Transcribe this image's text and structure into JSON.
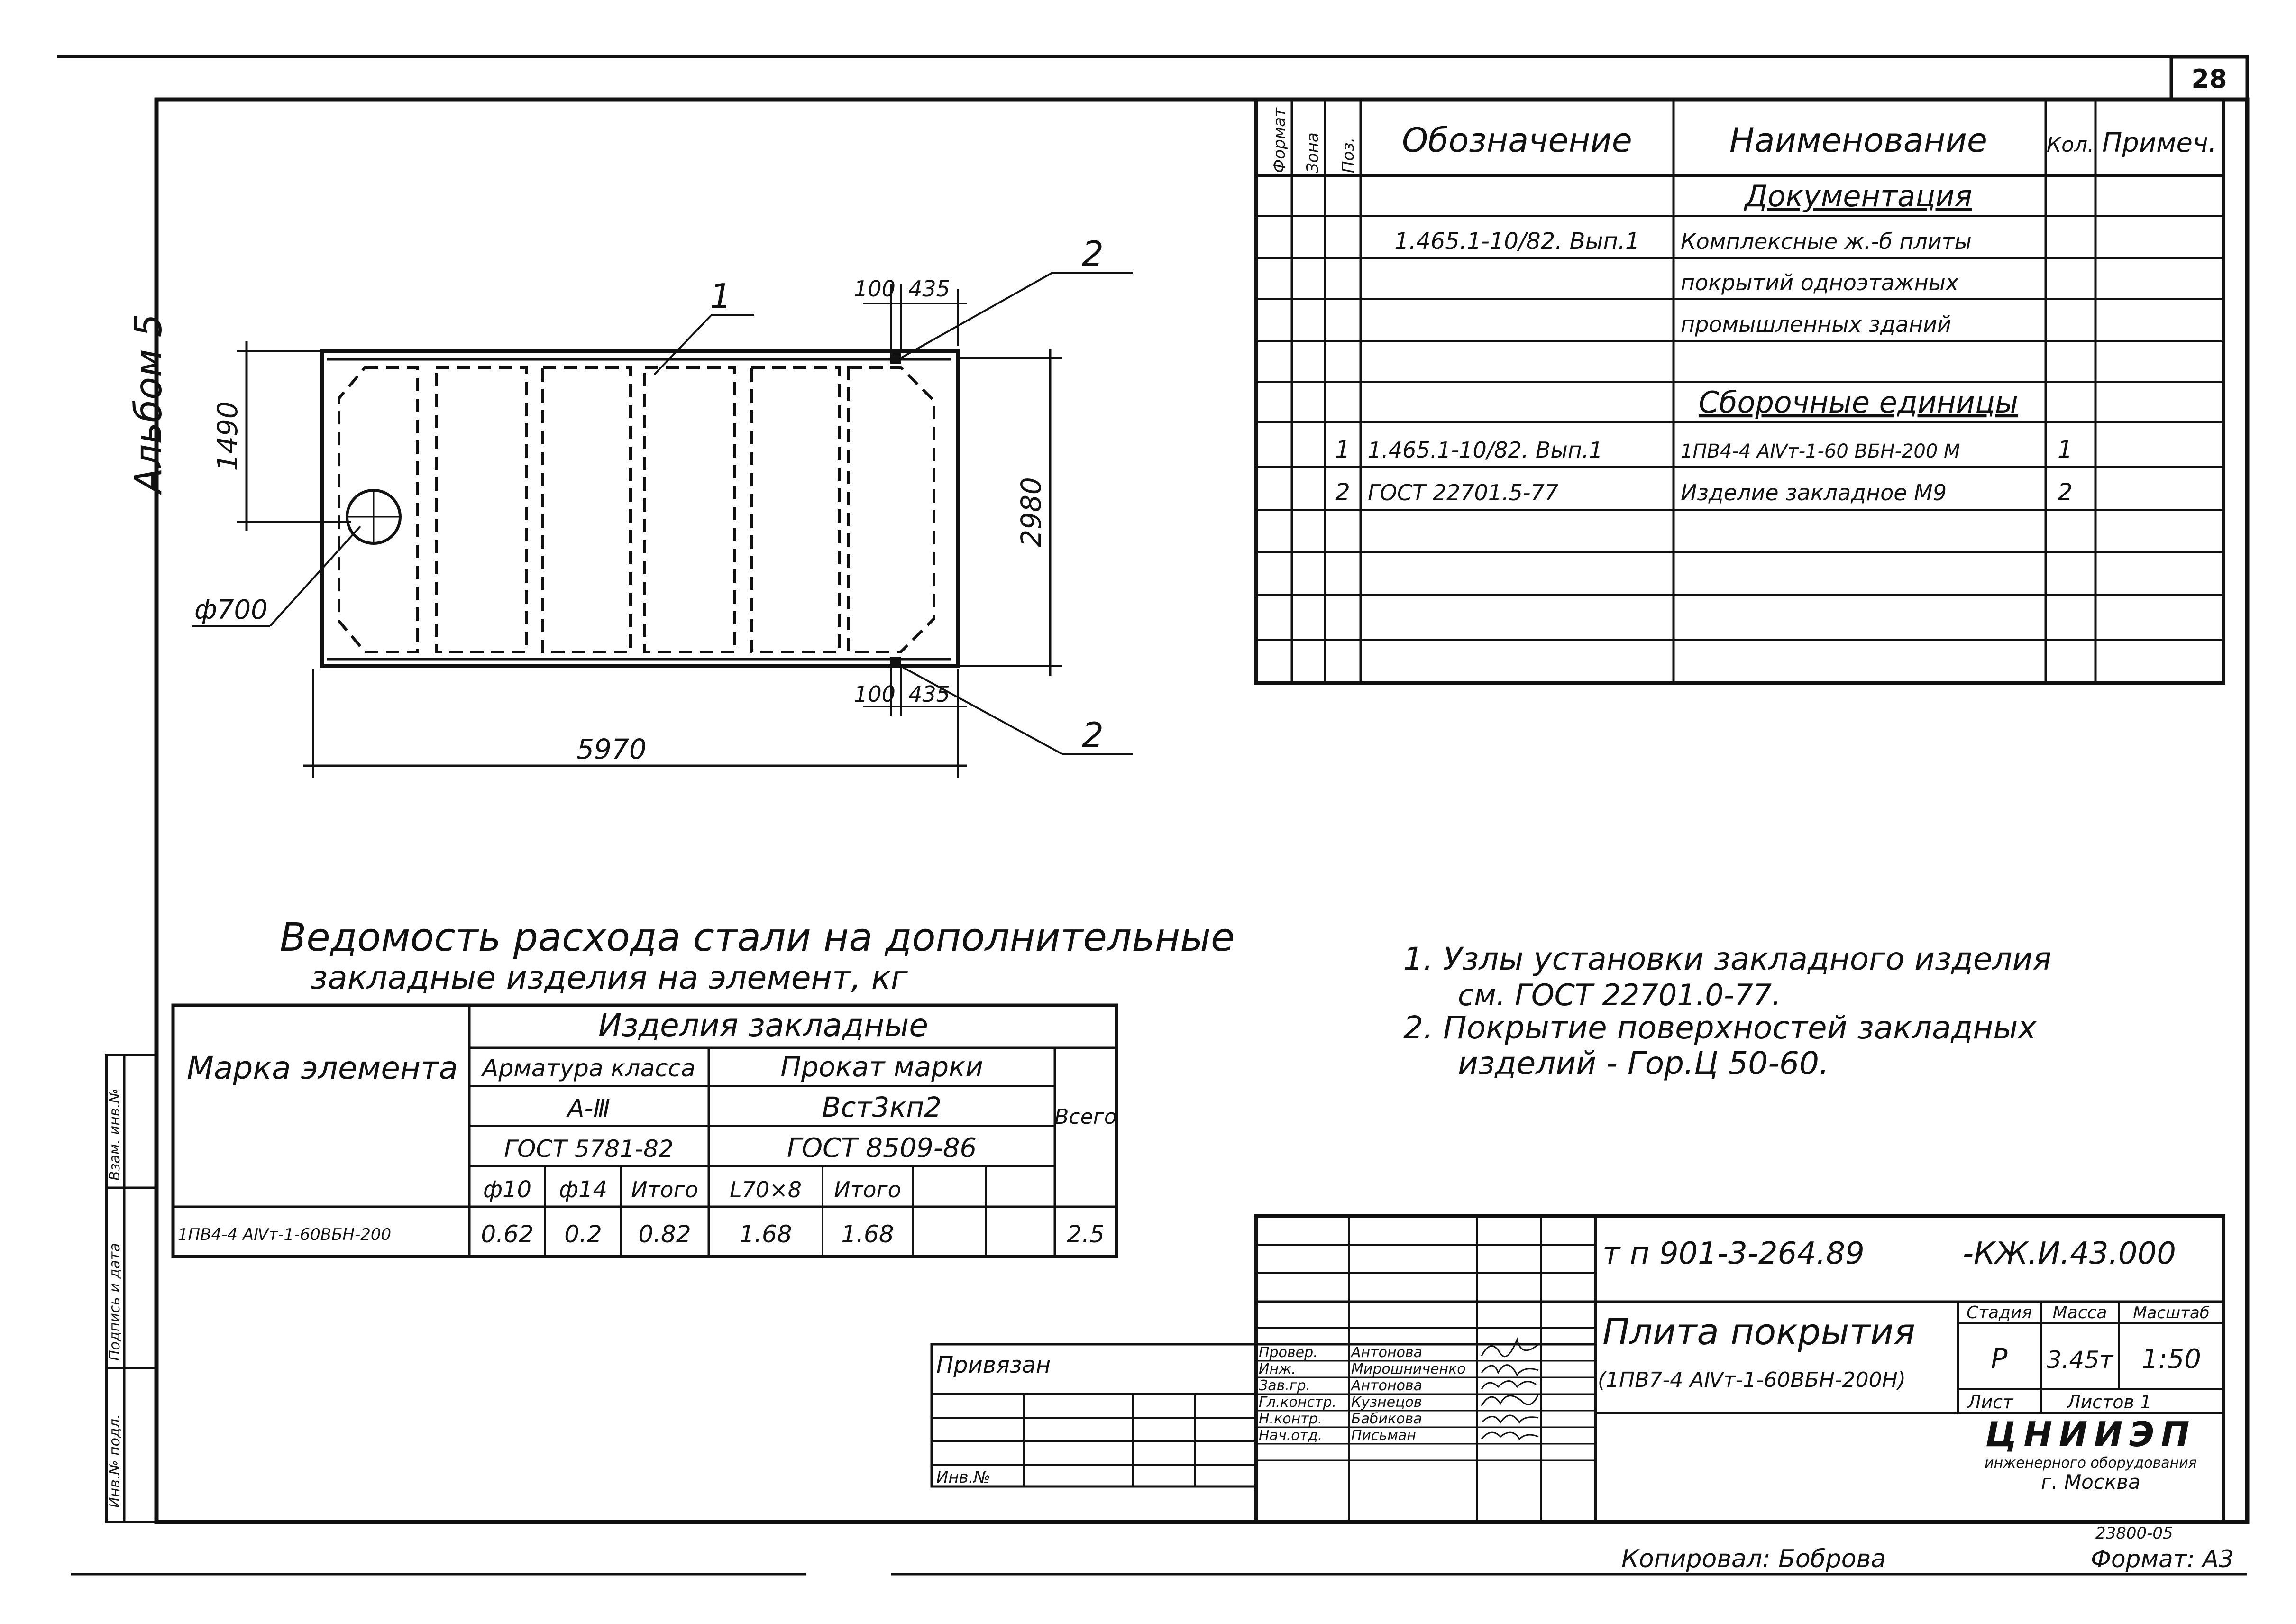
{
  "sheet": {
    "number": "28",
    "album": "Альбом 5",
    "copied_by": "Копировал: Боброва",
    "format": "Формат: А3",
    "inventory_code": "23800-05"
  },
  "side_stamp": {
    "col1": "Инв.№ подл.",
    "col2": "Подпись и дата",
    "col3": "Взам. инв.№"
  },
  "spec_table": {
    "headers": {
      "format": "Формат",
      "zone": "Зона",
      "pos": "Поз.",
      "designation": "Обозначение",
      "name": "Наименование",
      "qty": "Кол.",
      "note": "Примеч."
    },
    "section_docs": "Документация",
    "section_units": "Сборочные единицы",
    "doc_row": {
      "designation": "1.465.1-10/82. Вып.1",
      "name_lines": [
        "Комплексные ж.-б плиты",
        "покрытий одноэтажных",
        "промышленных зданий"
      ]
    },
    "rows": [
      {
        "pos": "1",
        "designation": "1.465.1-10/82. Вып.1",
        "name": "1ПВ4-4 АⅣт-1-60 ВБН-200 М",
        "qty": "1"
      },
      {
        "pos": "2",
        "designation": "ГОСТ 22701.5-77",
        "name": "Изделие закладное М9",
        "qty": "2"
      }
    ]
  },
  "drawing": {
    "leader_1": "1",
    "leader_2_top": "2",
    "leader_2_bottom": "2",
    "dim_top_a": "100",
    "dim_top_b": "435",
    "dim_bot_a": "100",
    "dim_bot_b": "435",
    "dim_height_left": "1490",
    "dim_height_right": "2980",
    "dim_length": "5970",
    "dim_hole": "ф700"
  },
  "steel": {
    "title_line1": "Ведомость расхода стали на дополнительные",
    "title_line2": "закладные изделия на элемент, кг",
    "hdr_mark": "Марка элемента",
    "hdr_items": "Изделия закладные",
    "hdr_rebar": "Арматура класса",
    "hdr_rebar_class": "А-Ⅲ",
    "hdr_rebar_gost": "ГОСТ 5781-82",
    "hdr_rolled": "Прокат марки",
    "hdr_rolled_grade": "Вст3кп2",
    "hdr_rolled_gost": "ГОСТ 8509-86",
    "hdr_total": "Всего",
    "subcols": [
      "ф10",
      "ф14",
      "Итого",
      "L70×8",
      "Итого"
    ],
    "row": {
      "mark": "1ПВ4-4 АⅣт-1-60ВБН-200",
      "values": [
        "0.62",
        "0.2",
        "0.82",
        "1.68",
        "1.68",
        "",
        ""
      ],
      "total": "2.5"
    }
  },
  "notes": [
    "1. Узлы установки закладного изделия",
    "см. ГОСТ 22701.0-77.",
    "2. Покрытие поверхностей закладных",
    "изделий - Гор.Ц 50-60."
  ],
  "title_block": {
    "code": "т п 901-3-264.89",
    "code_suffix": "-КЖ.И.43.000",
    "title_line1": "Плита покрытия",
    "title_line2": "(1ПВ7-4 АⅣт-1-60ВБН-200Н)",
    "stage_hdr": "Стадия",
    "mass_hdr": "Масса",
    "scale_hdr": "Масштаб",
    "stage": "Р",
    "mass": "3.45т",
    "scale": "1:50",
    "sheet_lbl": "Лист",
    "sheets_lbl": "Листов 1",
    "org1": "ЦНИИЭП",
    "org2": "инженерного оборудования",
    "org3": "г. Москва",
    "privyazan": "Привязан",
    "inv": "Инв.№",
    "roles": [
      "Провер.",
      "Инж.",
      "Зав.гр.",
      "Гл.констр.",
      "Н.контр.",
      "Нач.отд."
    ],
    "names": [
      "Антонова",
      "Мирошниченко",
      "Антонова",
      "Кузнецов",
      "Бабикова",
      "Письман"
    ]
  }
}
